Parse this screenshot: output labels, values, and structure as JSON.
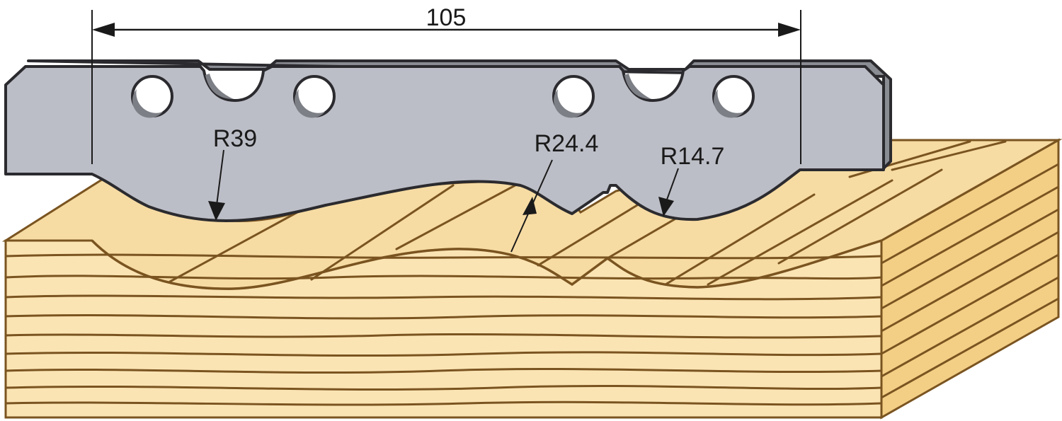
{
  "diagram": {
    "overall_width_label": "105",
    "radius_labels": {
      "left": "R39",
      "middle": "R24.4",
      "right": "R14.7"
    },
    "colors": {
      "knife_fill": "#bcbec7",
      "knife_edge": "#2b2b2f",
      "knife_hole_shadow": "#7d7f86",
      "wood_top": "#f6dba3",
      "wood_front": "#fbe4b4",
      "wood_side": "#f3cf86",
      "wood_grain": "#7a5420",
      "dimension_line": "#1a1a1a"
    }
  }
}
